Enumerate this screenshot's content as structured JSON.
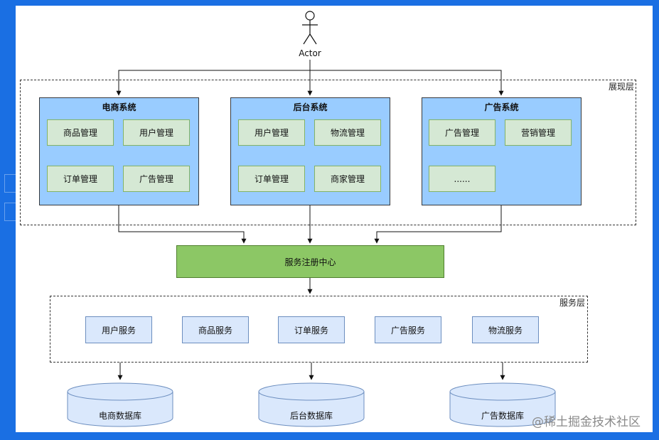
{
  "actor": {
    "label": "Actor"
  },
  "presentation_layer": {
    "label": "展现层",
    "systems": [
      {
        "title": "电商系统",
        "modules": [
          "商品管理",
          "用户管理",
          "订单管理",
          "广告管理"
        ]
      },
      {
        "title": "后台系统",
        "modules": [
          "用户管理",
          "物流管理",
          "订单管理",
          "商家管理"
        ]
      },
      {
        "title": "广告系统",
        "modules": [
          "广告管理",
          "营销管理",
          "......"
        ]
      }
    ]
  },
  "registry": {
    "label": "服务注册中心"
  },
  "service_layer": {
    "label": "服务层",
    "services": [
      "用户服务",
      "商品服务",
      "订单服务",
      "广告服务",
      "物流服务"
    ]
  },
  "databases": [
    "电商数据库",
    "后台数据库",
    "广告数据库"
  ],
  "watermark": "@稀土掘金技术社区",
  "colors": {
    "background": "#1a6fe3",
    "system_box": "#99ccff",
    "module_box": "#d5e8d4",
    "registry_box": "#8cc765",
    "service_box": "#dae8fc",
    "database": "#dae8fc"
  }
}
